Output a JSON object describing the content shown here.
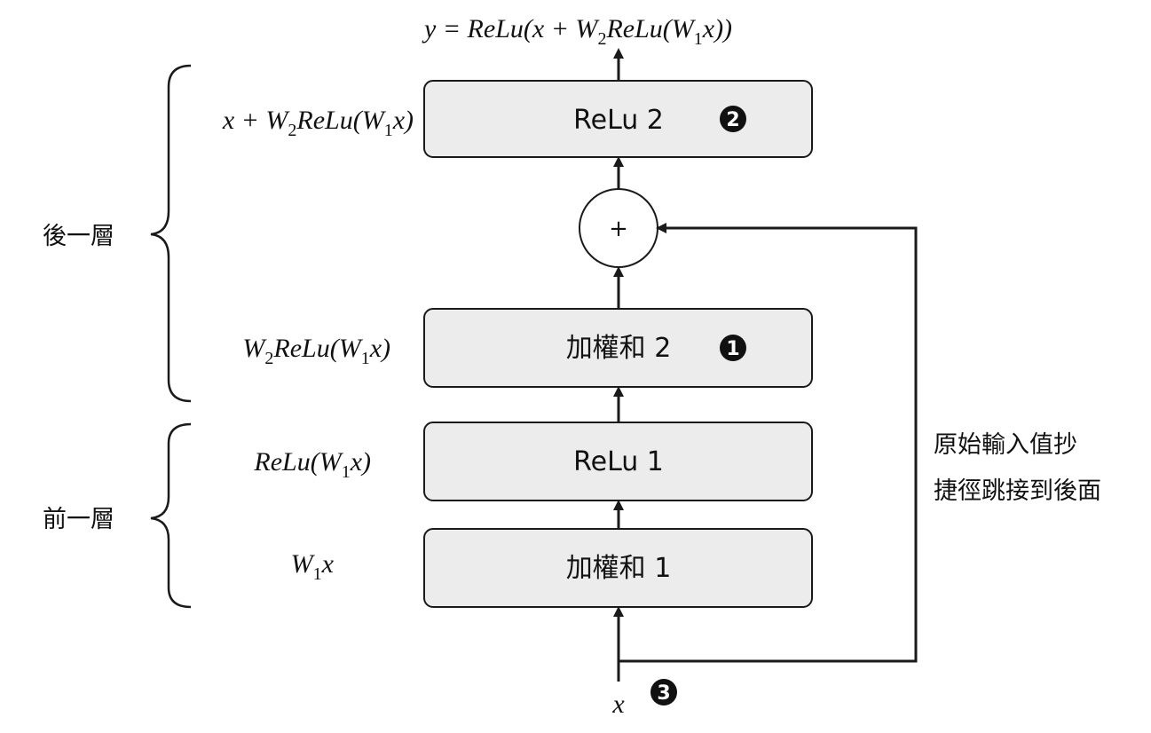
{
  "colors": {
    "box_fill": "#ececec",
    "stroke": "#1a1a1a",
    "background": "#ffffff"
  },
  "boxes": {
    "relu2": "ReLu 2",
    "weighted_sum2": "加權和 2",
    "relu1": "ReLu 1",
    "weighted_sum1": "加權和 1"
  },
  "adder_symbol": "+",
  "badges": {
    "b1": "1",
    "b2": "2",
    "b3": "3"
  },
  "brackets": {
    "upper_layer": "後一層",
    "lower_layer": "前一層"
  },
  "shortcut_note": {
    "line1": "原始輸入值抄",
    "line2": "捷徑跳接到後面"
  },
  "formulas": {
    "output": {
      "y_eq": "y = ReLu(x + W",
      "sub_a": "2",
      "mid": "ReLu(W",
      "sub_b": "1",
      "end": "x))"
    },
    "relu2_side": {
      "pre": "x + W",
      "sub_a": "2",
      "mid": "ReLu(W",
      "sub_b": "1",
      "end": "x)"
    },
    "ws2_side": {
      "pre": "W",
      "sub_a": "2",
      "mid": "ReLu(W",
      "sub_b": "1",
      "end": "x)"
    },
    "relu1_side": {
      "pre": "ReLu(W",
      "sub_a": "1",
      "end": "x)"
    },
    "ws1_side": {
      "pre": "W",
      "sub_a": "1",
      "end": "x"
    },
    "input_x": "x"
  }
}
